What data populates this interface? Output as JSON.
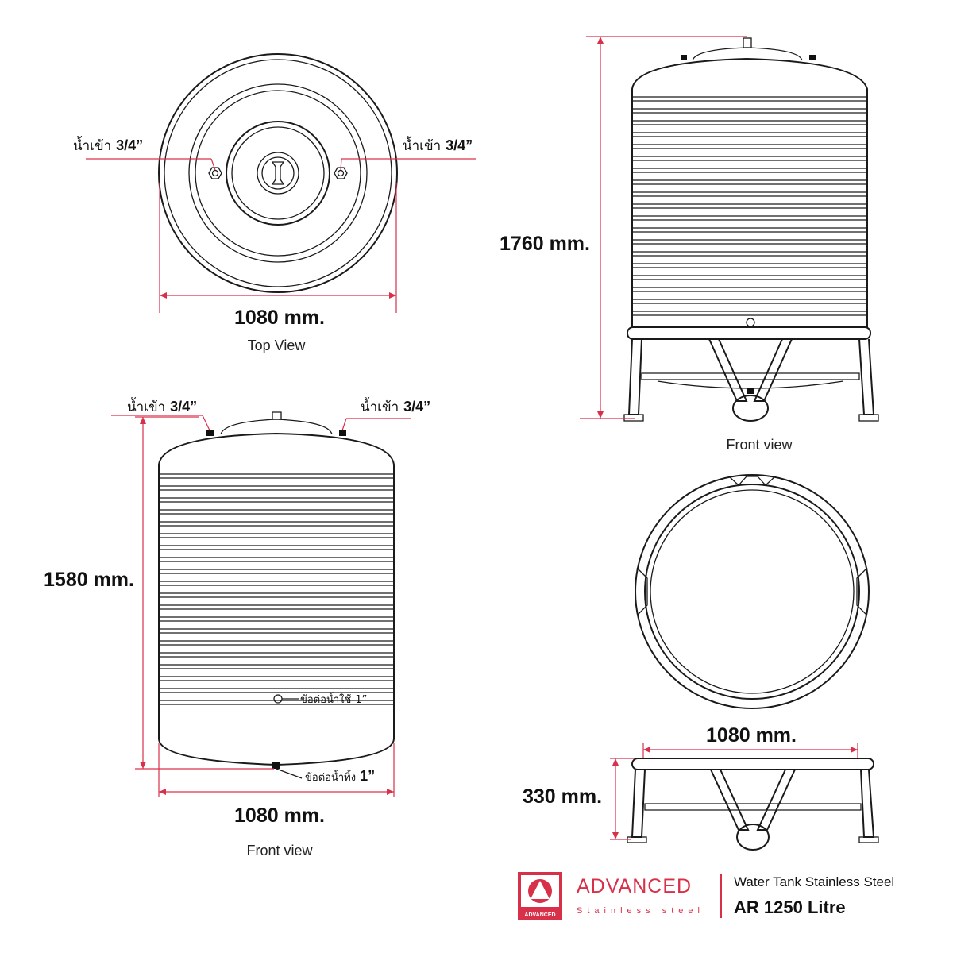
{
  "views": {
    "top": {
      "caption": "Top View",
      "width": "1080 mm.",
      "inlet_left": {
        "thai": "น้ำเข้า",
        "size": "3/4”"
      },
      "inlet_right": {
        "thai": "น้ำเข้า",
        "size": "3/4”"
      }
    },
    "front_stand": {
      "caption": "Front view",
      "height": "1760 mm."
    },
    "front_tank": {
      "caption": "Front view",
      "height": "1580 mm.",
      "width": "1080 mm.",
      "inlet_left": {
        "thai": "น้ำเข้า",
        "size": "3/4”"
      },
      "inlet_right": {
        "thai": "น้ำเข้า",
        "size": "3/4”"
      },
      "outlet": {
        "thai": "ข้อต่อน้ำใช้",
        "size": "1”"
      },
      "drain": {
        "thai": "ข้อต่อน้ำทิ้ง",
        "size": "1”"
      }
    },
    "stand": {
      "width": "1080 mm.",
      "height": "330 mm."
    }
  },
  "brand": {
    "name": "ADVANCED",
    "sub": "Stainless steel",
    "badge": "ADVANCED",
    "product_line": "Water Tank Stainless Steel",
    "model": "AR 1250 Litre",
    "accent": "#d9304a"
  }
}
